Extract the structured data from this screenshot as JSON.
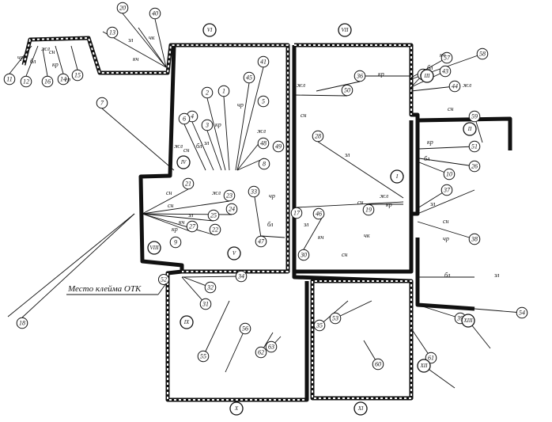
{
  "caption": "Место клейма ОТК",
  "caption_ref": "52",
  "sections": [
    "VI",
    "VII",
    "I",
    "II",
    "III",
    "IV",
    "V",
    "VIII",
    "IX",
    "X",
    "XI",
    "XII",
    "XIII"
  ],
  "wire_labels": [
    "чр",
    "бл",
    "жл",
    "сн",
    "кр",
    "гр",
    "чк",
    "зл",
    "кч",
    "жл",
    "сн",
    "бл",
    "зл",
    "кр",
    "чр",
    "жл",
    "сн",
    "сн",
    "жл",
    "зл",
    "кч",
    "кр",
    "чр",
    "бл",
    "сн",
    "жл",
    "кр",
    "зл",
    "сн",
    "кр",
    "зл",
    "кч",
    "сн",
    "чк",
    "жл",
    "кр",
    "бл",
    "зл",
    "сн",
    "чр",
    "бл",
    "кч",
    "жл",
    "сн",
    "бл",
    "зл"
  ],
  "terminal_numbers": [
    "20",
    "40",
    "11",
    "12",
    "14",
    "15",
    "16",
    "18",
    "13",
    "2",
    "1",
    "41",
    "45",
    "3",
    "4",
    "5",
    "6",
    "7",
    "8",
    "9",
    "10",
    "21",
    "23",
    "24",
    "25",
    "27",
    "22",
    "28",
    "17",
    "19",
    "26",
    "30",
    "31",
    "32",
    "33",
    "34",
    "35",
    "36",
    "37",
    "38",
    "39",
    "42",
    "43",
    "44",
    "46",
    "47",
    "48",
    "49",
    "50",
    "51",
    "53",
    "54",
    "55",
    "56",
    "57",
    "58",
    "59",
    "60",
    "61",
    "62",
    "63"
  ]
}
